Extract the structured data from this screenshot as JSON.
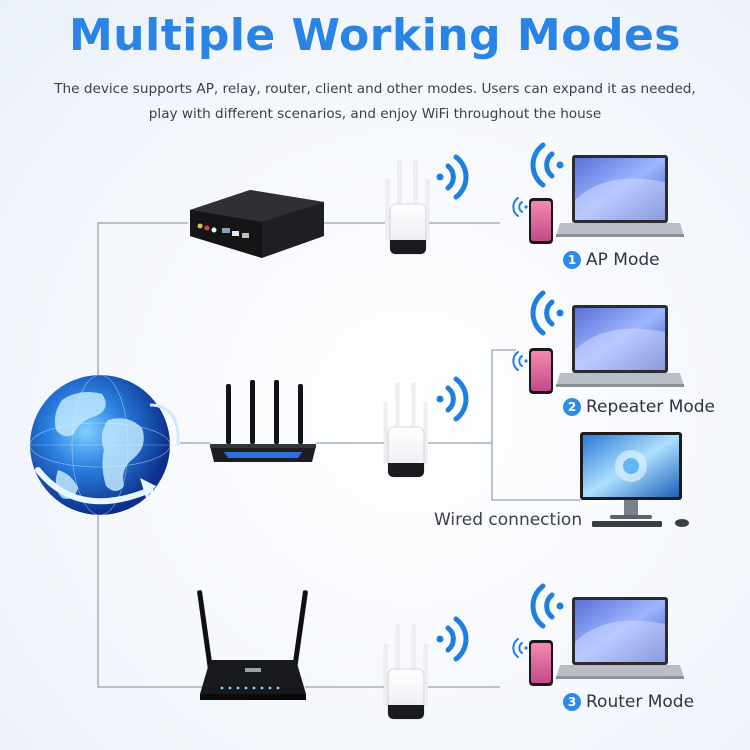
{
  "header": {
    "title": "Multiple Working Modes",
    "subtitle_line1": "The device supports AP, relay, router, client and other modes. Users can expand it as needed,",
    "subtitle_line2": "play with different scenarios, and enjoy WiFi throughout the house"
  },
  "modes": [
    {
      "number": "1",
      "label": "AP Mode"
    },
    {
      "number": "2",
      "label": "Repeater Mode"
    },
    {
      "number": "3",
      "label": "Router Mode"
    }
  ],
  "wired_label": "Wired connection",
  "colors": {
    "title_blue": "#2a84e6",
    "badge_blue": "#2f8be8",
    "wifi_blue": "#1f7fe0",
    "line_gray": "#9aa3ad",
    "globe_blue": "#1a5fc0"
  },
  "icons": [
    "globe-icon",
    "tv-box-icon",
    "router-icon",
    "dlink-router-icon",
    "wifi-extender-icon",
    "wifi-signal-icon",
    "smartphone-icon",
    "laptop-icon",
    "desktop-monitor-icon"
  ]
}
